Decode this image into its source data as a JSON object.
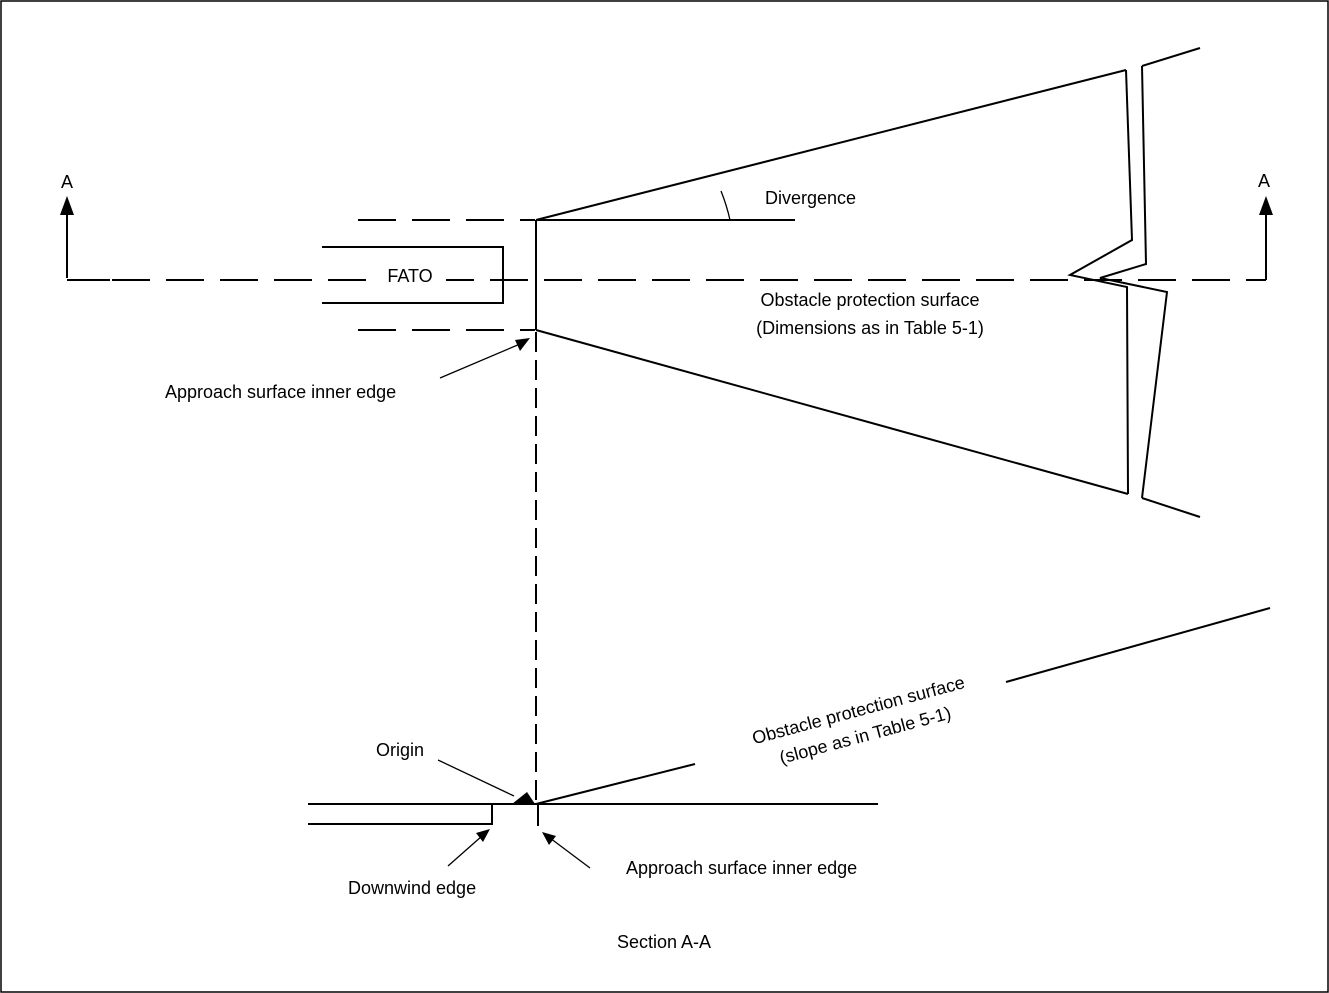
{
  "colors": {
    "stroke": "#000000",
    "background": "#ffffff"
  },
  "labels": {
    "section_marker_left": "A",
    "section_marker_right": "A",
    "divergence": "Divergence",
    "fato": "FATO",
    "ops_plan_line1": "Obstacle protection surface",
    "ops_plan_line2": "(Dimensions as in Table 5-1)",
    "inner_edge_plan": "Approach surface inner edge",
    "ops_section_line1": "Obstacle protection surface",
    "ops_section_line2": "(slope as in Table 5-1)",
    "origin": "Origin",
    "downwind_edge": "Downwind edge",
    "inner_edge_section": "Approach surface inner edge",
    "section_title": "Section A-A"
  }
}
